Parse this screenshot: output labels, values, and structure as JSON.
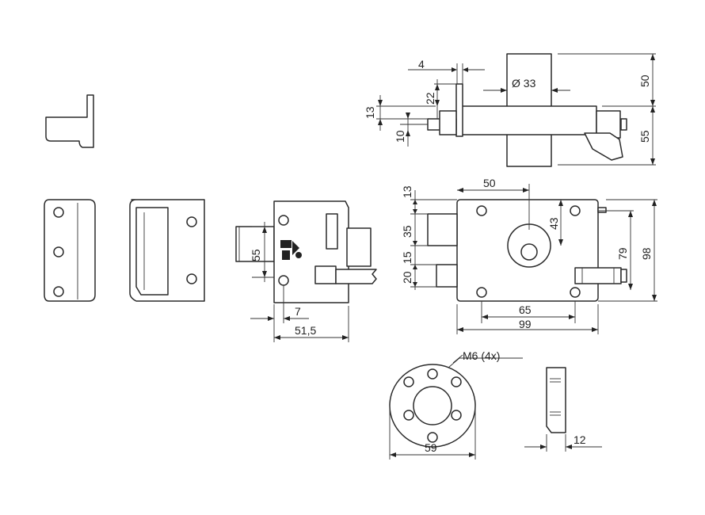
{
  "dimensions": {
    "plate_thickness": "4",
    "cylinder_diameter": "Ø 33",
    "height_above": "50",
    "height_below": "55",
    "offset_22": "22",
    "bolt_13": "13",
    "bolt_10": "10",
    "front_top_13": "13",
    "front_35": "35",
    "front_20": "20",
    "front_15": "15",
    "center_50": "50",
    "center_43": "43",
    "height_79": "79",
    "height_98": "98",
    "width_65": "65",
    "width_99": "99",
    "side_55": "55",
    "side_7": "7",
    "side_51_5": "51,5",
    "thread_spec": "M6  (4x)",
    "rosette_59": "59",
    "plate_12": "12"
  }
}
